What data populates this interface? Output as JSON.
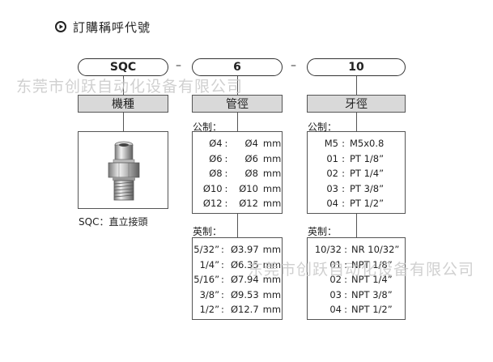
{
  "title": "訂購稱呼代號",
  "codes": {
    "model": "SQC",
    "sep1": "–",
    "tube": "6",
    "sep2": "–",
    "thread": "10"
  },
  "headers": {
    "model": "機種",
    "tube": "管徑",
    "thread": "牙徑"
  },
  "model_caption": "SQC：直立接頭",
  "metric_label": "公制：",
  "inch_label": "英制：",
  "tube_metric": [
    {
      "a": "Ø4",
      "s": ":",
      "b": "Ø4",
      "u": "mm"
    },
    {
      "a": "Ø6",
      "s": ":",
      "b": "Ø6",
      "u": "mm"
    },
    {
      "a": "Ø8",
      "s": ":",
      "b": "Ø8",
      "u": "mm"
    },
    {
      "a": "Ø10",
      "s": ":",
      "b": "Ø10",
      "u": "mm"
    },
    {
      "a": "Ø12",
      "s": ":",
      "b": "Ø12",
      "u": "mm"
    }
  ],
  "tube_inch": [
    {
      "a": "5/32”",
      "s": ":",
      "b": "Ø3.97",
      "u": "mm"
    },
    {
      "a": "1/4”",
      "s": ":",
      "b": "Ø6.35",
      "u": "mm"
    },
    {
      "a": "5/16”",
      "s": ":",
      "b": "Ø7.94",
      "u": "mm"
    },
    {
      "a": "3/8”",
      "s": ":",
      "b": "Ø9.53",
      "u": "mm"
    },
    {
      "a": "1/2”",
      "s": ":",
      "b": "Ø12.7",
      "u": "mm"
    }
  ],
  "thread_metric": [
    {
      "a": "M5",
      "s": ":",
      "b": "M5x0.8"
    },
    {
      "a": "01",
      "s": ":",
      "b": "PT 1/8”"
    },
    {
      "a": "02",
      "s": ":",
      "b": "PT 1/4”"
    },
    {
      "a": "03",
      "s": ":",
      "b": "PT 3/8”"
    },
    {
      "a": "04",
      "s": ":",
      "b": "PT 1/2”"
    }
  ],
  "thread_inch": [
    {
      "a": "10/32",
      "s": ":",
      "b": "NR  10/32”"
    },
    {
      "a": "01",
      "s": ":",
      "b": "NPT  1/8”"
    },
    {
      "a": "02",
      "s": ":",
      "b": "NPT  1/4”"
    },
    {
      "a": "03",
      "s": ":",
      "b": "NPT  3/8”"
    },
    {
      "a": "04",
      "s": ":",
      "b": "NPT  1/2”"
    }
  ],
  "watermark1": "东莞市创跃自动化设备有限公司",
  "watermark2": "东莞市创跃自动化设备有限公司"
}
